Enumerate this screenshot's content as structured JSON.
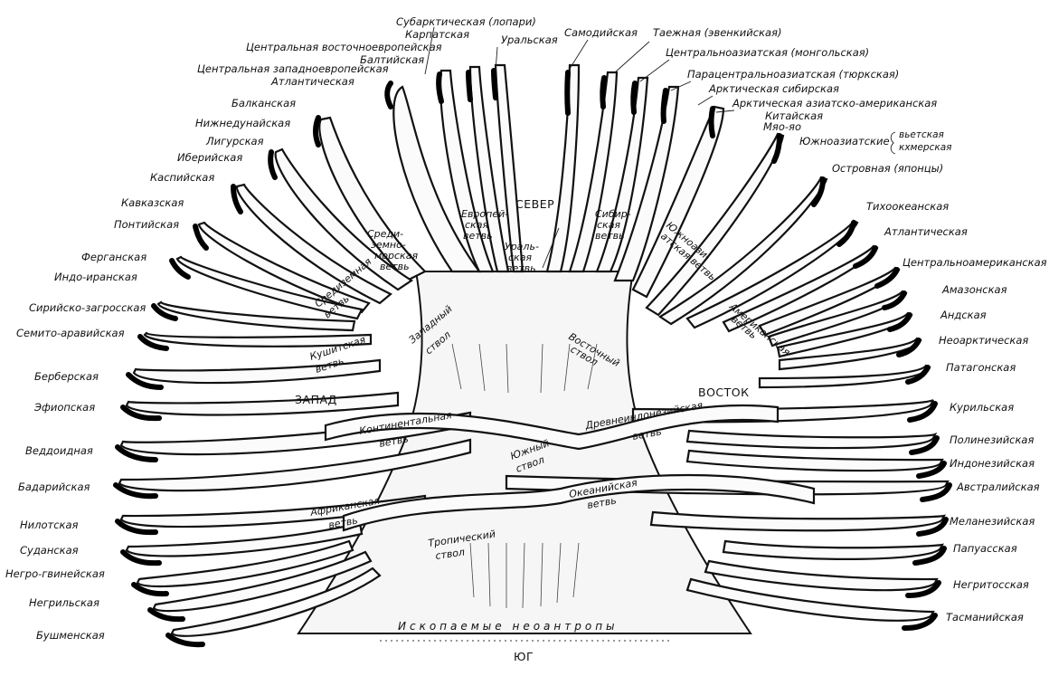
{
  "cardinal": {
    "north": "СЕВЕР",
    "south": "ЮГ",
    "west": "ЗАПАД",
    "east": "ВОСТОК"
  },
  "bottom_caption": "Ископаемые неоантропы",
  "labels_left": [
    "Центральная западноевропейская",
    "Атлантическая",
    "Балканская",
    "Нижнедунайская",
    "Лигурская",
    "Иберийская",
    "Каспийская",
    "Кавказская",
    "Понтийская",
    "Ферганская",
    "Индо-иранская",
    "Сирийско-загросская",
    "Семито-аравийская",
    "Берберская",
    "Эфиопская",
    "Веддоидная",
    "Бадарийская",
    "Нилотская",
    "Суданская",
    "Негро-гвинейская",
    "Негрильская",
    "Бушменская"
  ],
  "labels_top": [
    "Субарктическая (лопари)",
    "Карпатская",
    "Центральная восточноевропейская",
    "Балтийская",
    "Уральская",
    "Самодийская",
    "Таежная (эвенкийская)",
    "Центральноазиатская (монгольская)",
    "Парацентральноазиатская (тюркская)",
    "Арктическая сибирская",
    "Арктическая азиатско-американская",
    "Китайская",
    "Мяо-яо"
  ],
  "labels_right": [
    "Южноазиатские",
    "вьетская",
    "кхмерская",
    "Островная (японцы)",
    "Тихоокеанская",
    "Атлантическая",
    "Центральноамериканская",
    "Амазонская",
    "Андская",
    "Неоарктическая",
    "Патагонская",
    "Курильская",
    "Полинезийская",
    "Индонезийская",
    "Австралийская",
    "Меланезийская",
    "Папуасская",
    "Негритосская",
    "Тасманийская"
  ],
  "inner": {
    "european": [
      "Европей-",
      "ская",
      "ветвь"
    ],
    "mediterranean": [
      "Среди-",
      "земно-",
      "морская",
      "ветвь"
    ],
    "southasian_front": [
      "Средиземная",
      "ветвь"
    ],
    "ural_inner": [
      "Ураль-",
      "ская",
      "ветвь"
    ],
    "siberian": [
      "Сибир-",
      "ская",
      "ветвь"
    ],
    "southeast_asian": [
      "Южноази-",
      "атская ветвь"
    ],
    "american": [
      "Американская",
      "ветвь"
    ],
    "cushitic": [
      "Кушитская",
      "ветвь"
    ],
    "western_trunk": [
      "Западный",
      "ствол"
    ],
    "eastern_trunk": [
      "Восточный",
      "ствол"
    ],
    "continental": [
      "Континентальная",
      "ветвь"
    ],
    "ancient_indonesian": [
      "Древнеиндонезийская",
      "ветвь"
    ],
    "southern_trunk": [
      "Южный",
      "ствол"
    ],
    "oceanic": [
      "Океанийская",
      "ветвь"
    ],
    "african": [
      "Африканская",
      "ветвь"
    ],
    "tropical_trunk": [
      "Тропический",
      "ствол"
    ]
  }
}
